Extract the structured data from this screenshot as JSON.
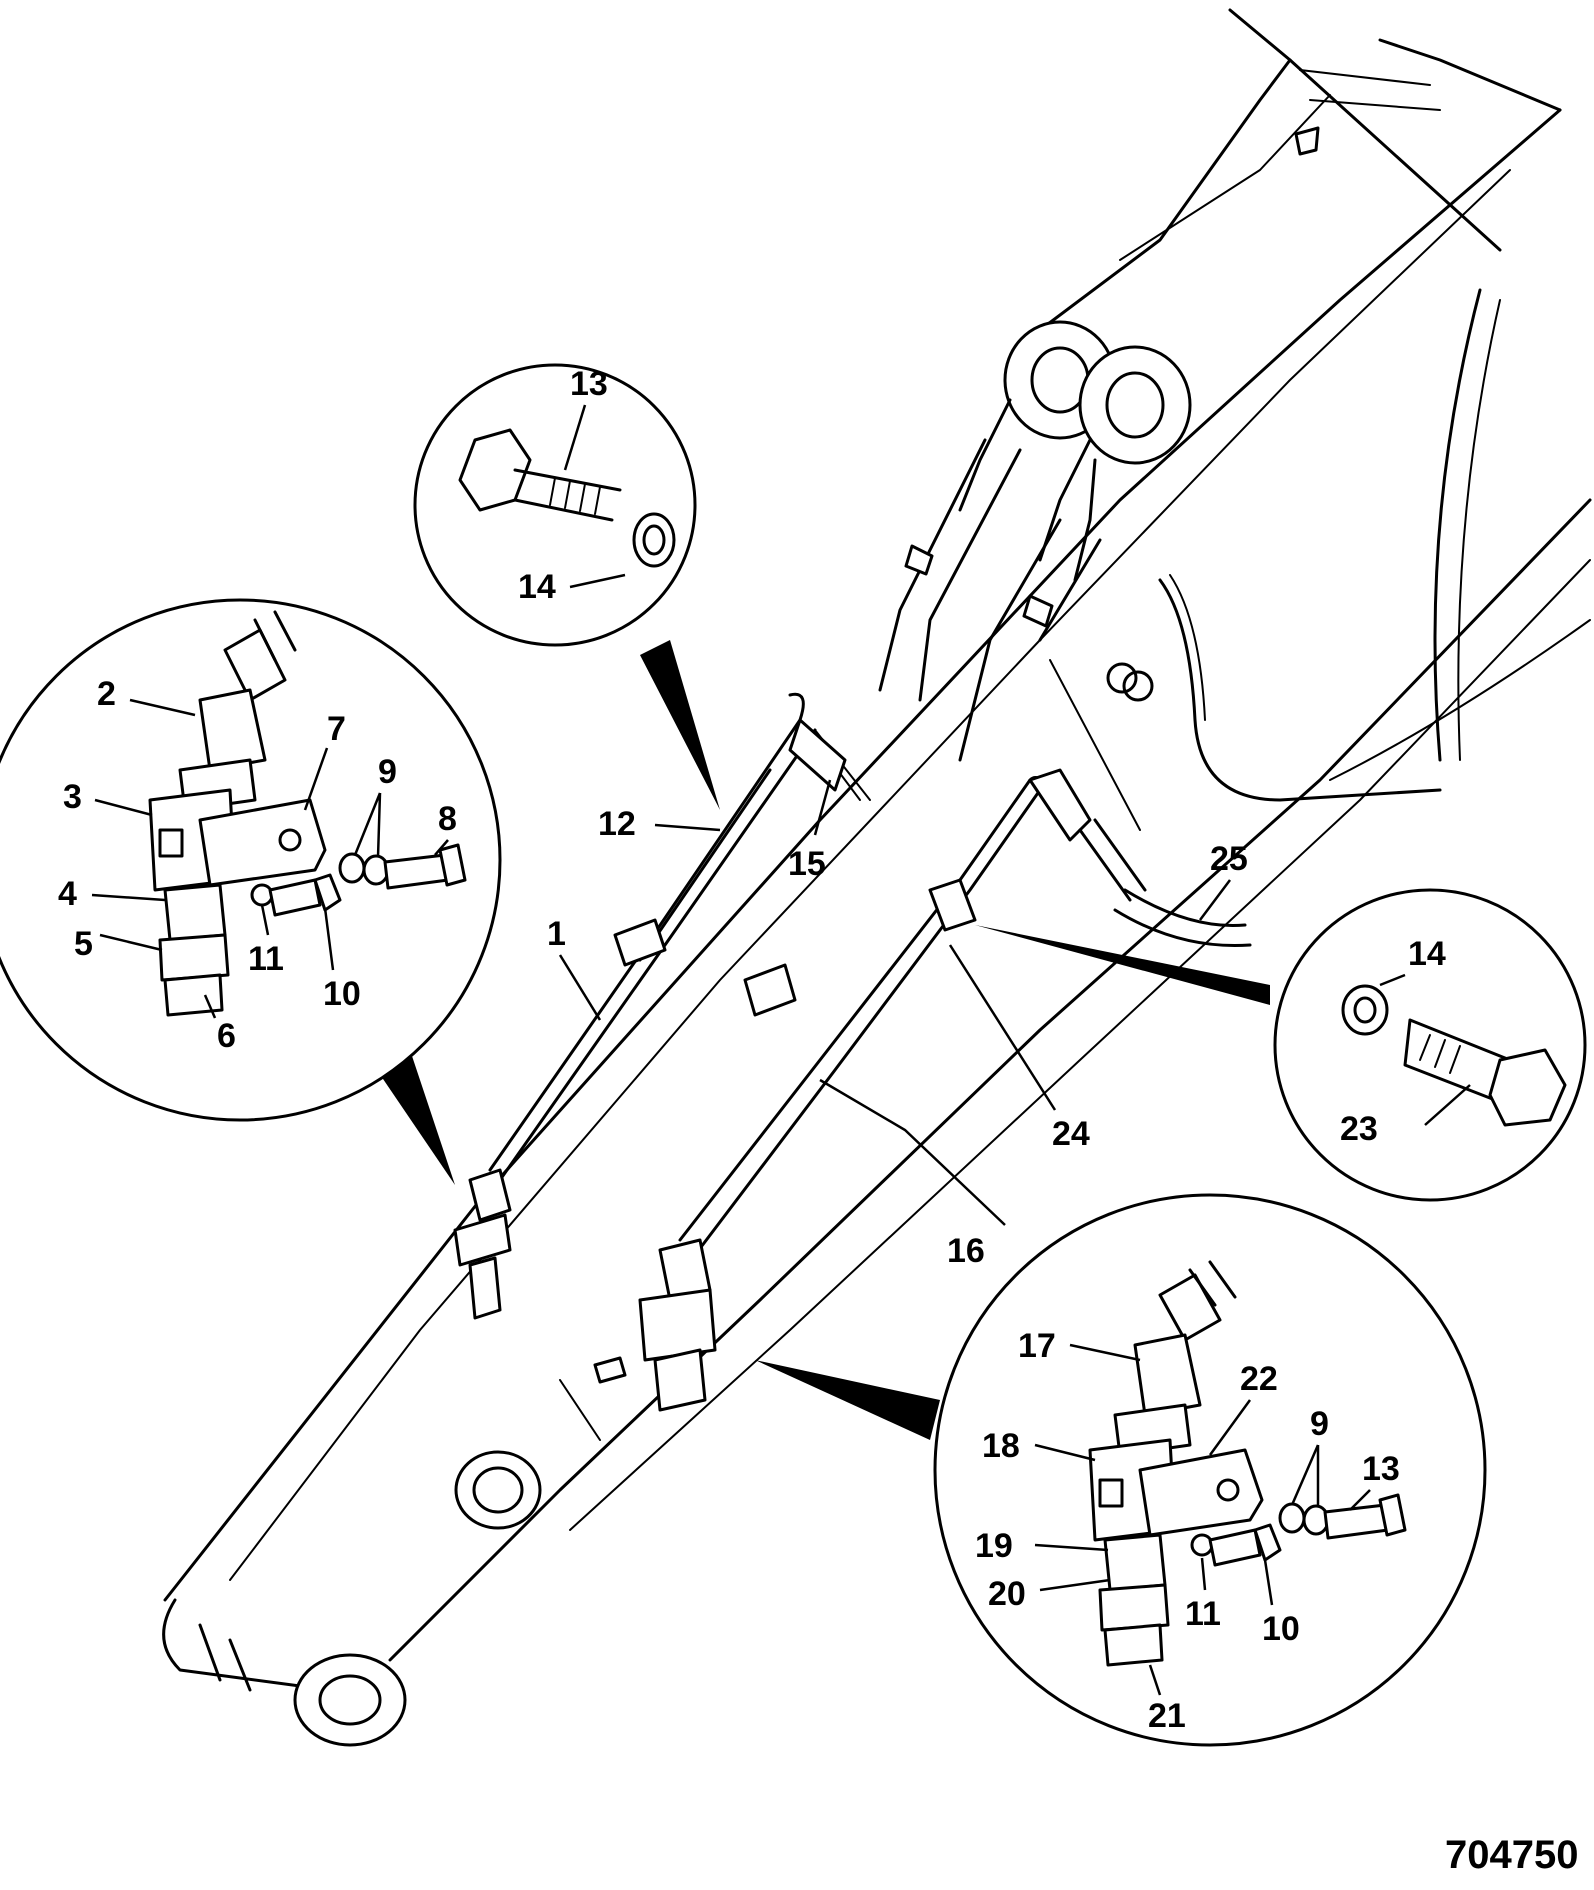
{
  "drawing_number": "704750",
  "callouts": {
    "c1": "1",
    "c2": "2",
    "c3": "3",
    "c4": "4",
    "c5": "5",
    "c6": "6",
    "c7": "7",
    "c8": "8",
    "c9a": "9",
    "c9b": "9",
    "c10a": "10",
    "c10b": "10",
    "c11a": "11",
    "c11b": "11",
    "c12": "12",
    "c13a": "13",
    "c13b": "13",
    "c14a": "14",
    "c14b": "14",
    "c15": "15",
    "c16": "16",
    "c17": "17",
    "c18": "18",
    "c19": "19",
    "c20": "20",
    "c21": "21",
    "c22": "22",
    "c23": "23",
    "c24": "24",
    "c25": "25"
  }
}
